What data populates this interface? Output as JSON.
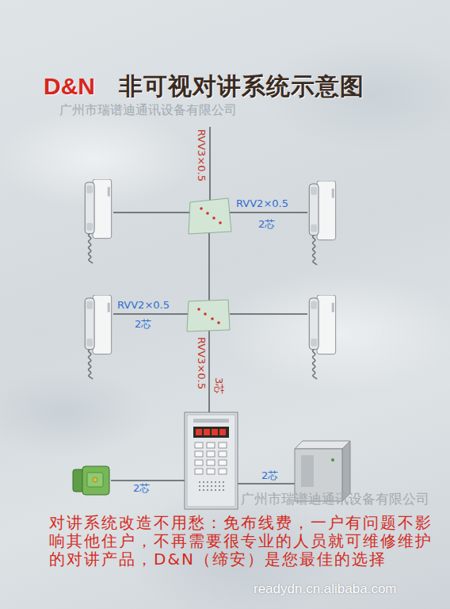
{
  "diagram": {
    "title": "非可视对讲系统示意图",
    "labels": [
      "D&N",
      "广州市瑞谱迪通讯设备有限公司",
      "RVV3×0.5",
      "RVV2×0.5",
      "2芯",
      "RVV2×0.5",
      "2芯",
      "RVV3×0.5",
      "3芯",
      "2芯",
      "2芯",
      "广州市瑞谱迪通讯设备有限公司",
      "对讲系统改造不用愁：免布线费，一户有问题不影响其他住户，不再需要很专业的人员就可维修维护的对讲产品，D&N（缔安）是您最佳的选择",
      "readydn.cn.alibaba.com"
    ]
  }
}
